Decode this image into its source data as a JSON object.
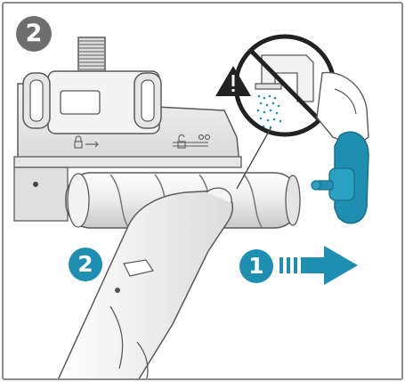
{
  "step_number": "2",
  "callouts": [
    {
      "label": "2"
    },
    {
      "label": "1"
    }
  ],
  "icons": [
    "warning-icon",
    "no-water-prohibition-icon",
    "arrow-right-icon",
    "lock-icon",
    "unlock-icon"
  ],
  "colors": {
    "accent": "#1e8fb0",
    "accent_dark": "#1a6f8a",
    "step_badge": "#6e6e6e",
    "prohibit": "#222222",
    "line": "#5a5a5a",
    "frame": "#8c8c8c"
  }
}
